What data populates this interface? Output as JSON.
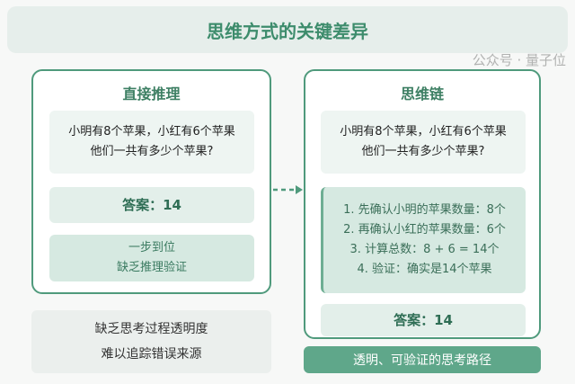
{
  "title": "思维方式的关键差异",
  "left": {
    "heading": "直接推理",
    "question": [
      "小明有8个苹果，小红有6个苹果",
      "他们一共有多少个苹果?"
    ],
    "answer": "答案：14",
    "note": [
      "一步到位",
      "缺乏推理验证"
    ],
    "drawback": [
      "缺乏思考过程透明度",
      "难以追踪错误来源"
    ]
  },
  "right": {
    "heading": "思维链",
    "question": [
      "小明有8个苹果，小红有6个苹果",
      "他们一共有多少个苹果?"
    ],
    "steps": [
      "1. 先确认小明的苹果数量：8个",
      "2. 再确认小红的苹果数量：6个",
      "3. 计算总数：8 + 6 = 14个",
      "4. 验证：确实是14个苹果"
    ],
    "answer": "答案：14",
    "benefit": "透明、可验证的思考路径"
  },
  "watermark": "公众号 · 量子位",
  "colors": {
    "accent": "#4f9a7c",
    "banner": "#5fa78a"
  }
}
